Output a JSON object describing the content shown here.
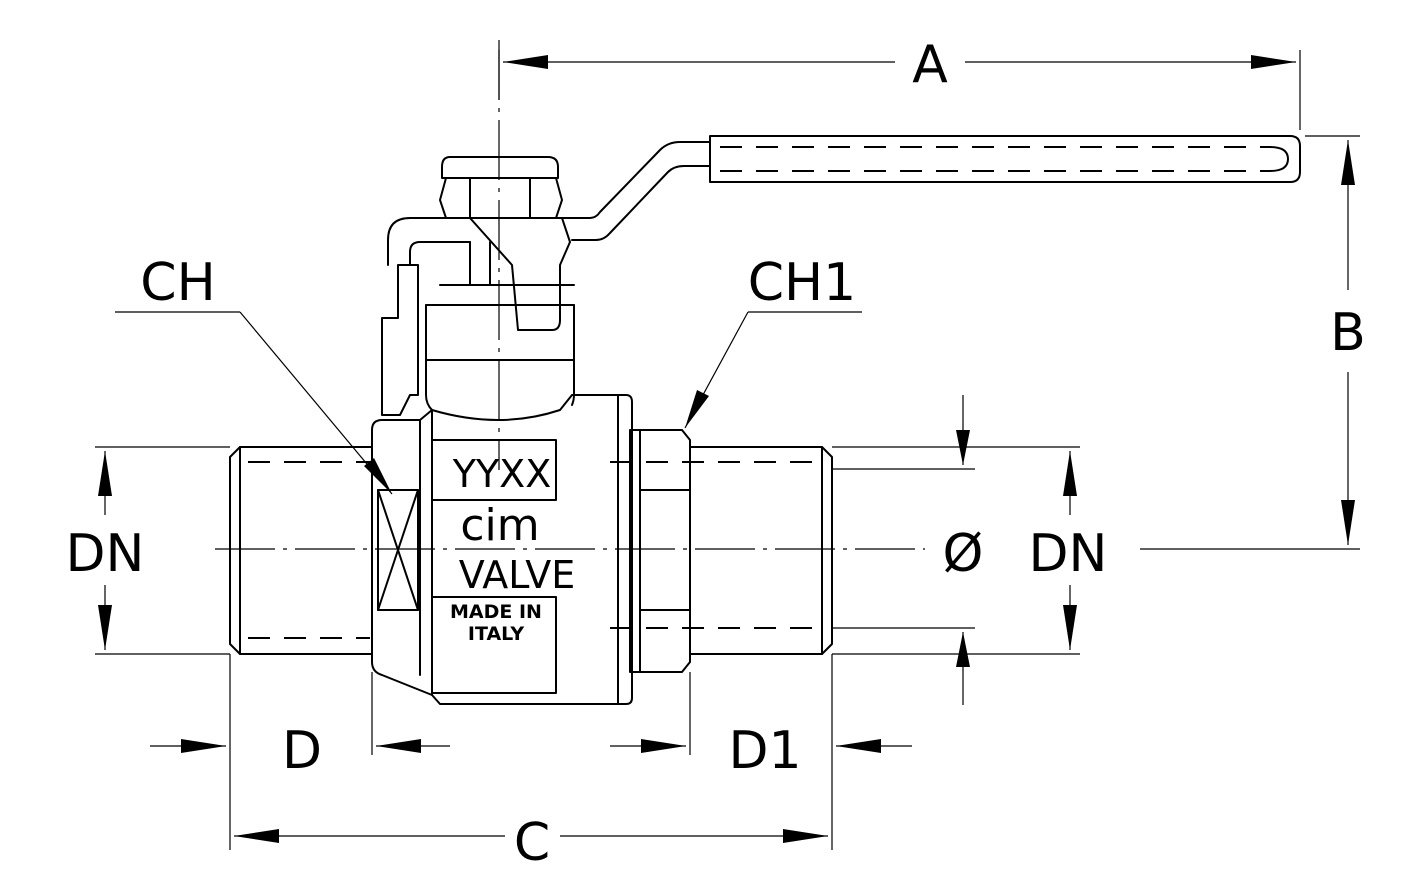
{
  "dimensions": {
    "A": "A",
    "B": "B",
    "C": "C",
    "D": "D",
    "D1": "D1",
    "DN_left": "DN",
    "DN_right": "DN",
    "O": "Ø",
    "CH": "CH",
    "CH1": "CH1"
  },
  "body_markings": {
    "code": "YYXX",
    "brand": "cim",
    "valve": "VALVE",
    "origin_line1": "MADE IN",
    "origin_line2": "ITALY"
  }
}
